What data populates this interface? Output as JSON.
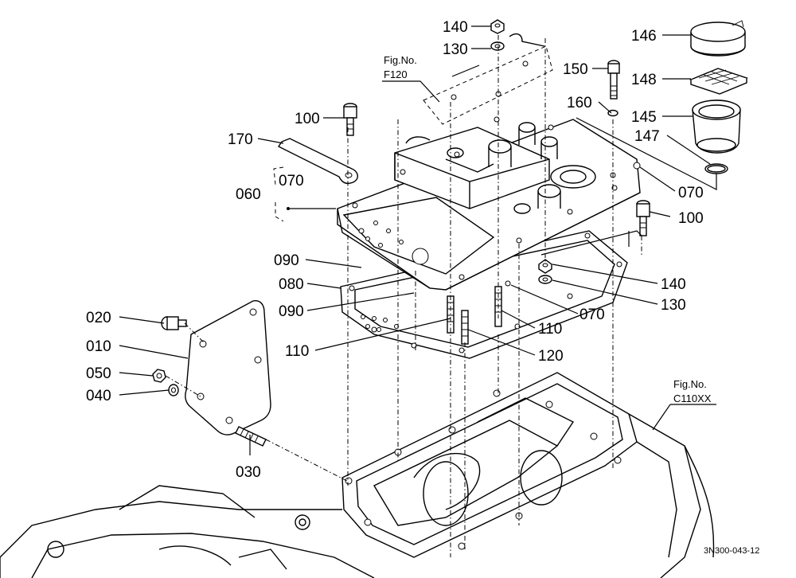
{
  "callouts": [
    {
      "id": "c140a",
      "text": "140"
    },
    {
      "id": "c130a",
      "text": "130"
    },
    {
      "id": "c146",
      "text": "146"
    },
    {
      "id": "c148",
      "text": "148"
    },
    {
      "id": "c150",
      "text": "150"
    },
    {
      "id": "c145",
      "text": "145"
    },
    {
      "id": "c160",
      "text": "160"
    },
    {
      "id": "c147",
      "text": "147"
    },
    {
      "id": "c100a",
      "text": "100"
    },
    {
      "id": "c170",
      "text": "170"
    },
    {
      "id": "c070a",
      "text": "070"
    },
    {
      "id": "c060",
      "text": "060"
    },
    {
      "id": "c070b",
      "text": "070"
    },
    {
      "id": "c100b",
      "text": "100"
    },
    {
      "id": "c090a",
      "text": "090"
    },
    {
      "id": "c080",
      "text": "080"
    },
    {
      "id": "c090b",
      "text": "090"
    },
    {
      "id": "c140b",
      "text": "140"
    },
    {
      "id": "c130b",
      "text": "130"
    },
    {
      "id": "c070c",
      "text": "070"
    },
    {
      "id": "c110a",
      "text": "110"
    },
    {
      "id": "c110b",
      "text": "110"
    },
    {
      "id": "c120",
      "text": "120"
    },
    {
      "id": "c020",
      "text": "020"
    },
    {
      "id": "c010",
      "text": "010"
    },
    {
      "id": "c050",
      "text": "050"
    },
    {
      "id": "c040",
      "text": "040"
    },
    {
      "id": "c030",
      "text": "030"
    }
  ],
  "references": {
    "fig_f120_label": "Fig.No.",
    "fig_f120_number": "F120",
    "fig_c110_label": "Fig.No.",
    "fig_c110_number": "C110XX"
  },
  "drawing_code": "3N300-043-12"
}
